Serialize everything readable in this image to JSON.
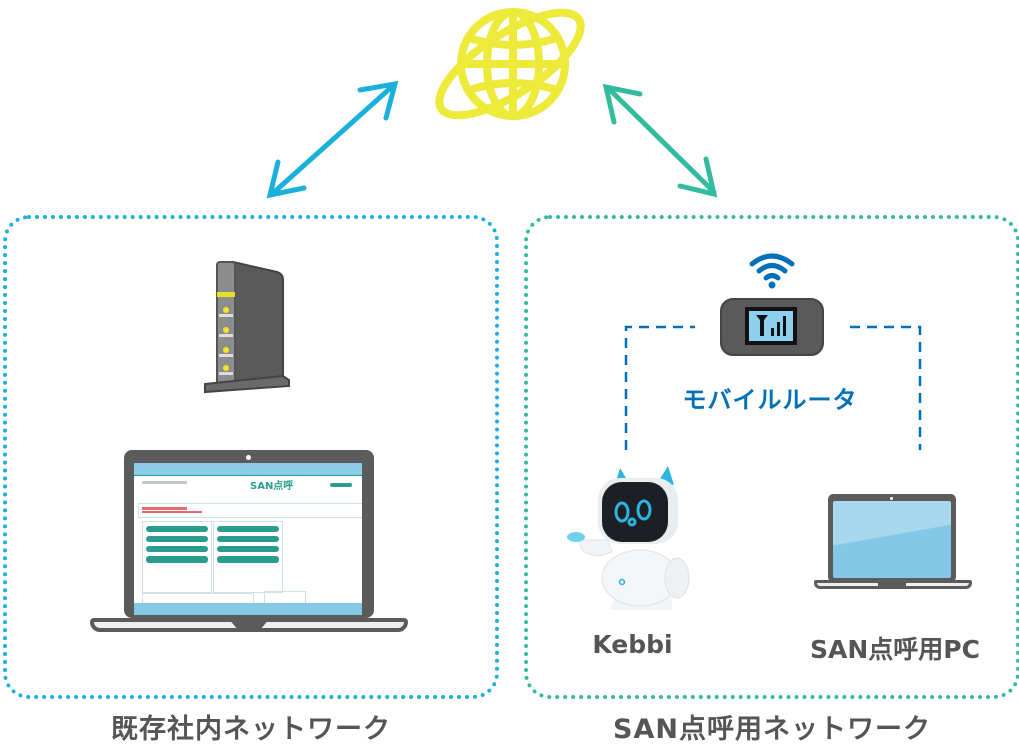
{
  "diagram": {
    "internet": {
      "icon": "globe-icon",
      "color": "#eeea3a"
    },
    "arrows": [
      {
        "name": "left-link",
        "color": "#1ab0dc"
      },
      {
        "name": "right-link",
        "color": "#33bb9e"
      }
    ],
    "zones": [
      {
        "id": "existing",
        "label": "既存社内ネットワーク",
        "border_color": "#1ab0dc",
        "devices": [
          {
            "type": "router",
            "icon": "broadband-router-icon"
          },
          {
            "type": "laptop",
            "icon": "laptop-icon",
            "screen": {
              "logo_text": "SAN点呼"
            }
          }
        ]
      },
      {
        "id": "san",
        "label": "SAN点呼用ネットワーク",
        "border_color": "#33bb9e",
        "mobile_router": {
          "label": "モバイルルータ",
          "color": "#0070b8",
          "icon": "mobile-router-icon"
        },
        "devices": [
          {
            "type": "robot",
            "label": "Kebbi",
            "icon": "kebbi-robot-icon"
          },
          {
            "type": "laptop",
            "label": "SAN点呼用PC",
            "icon": "laptop-icon"
          }
        ]
      }
    ]
  }
}
